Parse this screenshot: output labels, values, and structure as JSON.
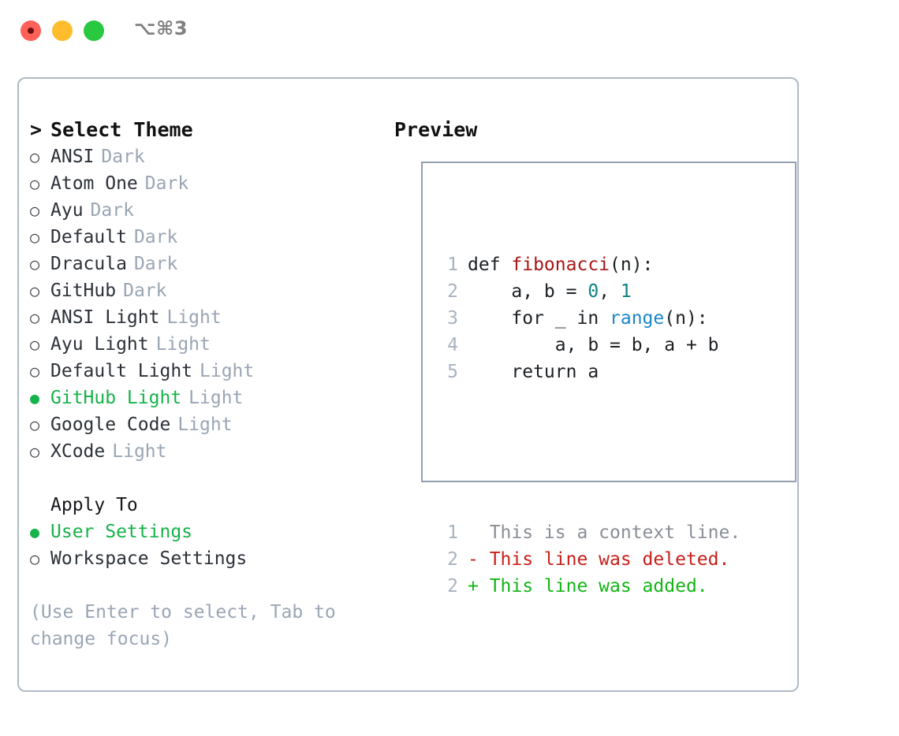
{
  "titlebar": {
    "shortcut": "⌥⌘3",
    "lights": [
      {
        "name": "close",
        "color": "#ff6057"
      },
      {
        "name": "minimize",
        "color": "#ffbd2e"
      },
      {
        "name": "zoom",
        "color": "#28c840"
      }
    ]
  },
  "theme_picker": {
    "heading_marker": ">",
    "heading": "Select Theme",
    "unselected_marker": "○",
    "selected_marker": "●",
    "items": [
      {
        "label": "ANSI",
        "tag": "Dark",
        "selected": false
      },
      {
        "label": "Atom One",
        "tag": "Dark",
        "selected": false
      },
      {
        "label": "Ayu",
        "tag": "Dark",
        "selected": false
      },
      {
        "label": "Default",
        "tag": "Dark",
        "selected": false
      },
      {
        "label": "Dracula",
        "tag": "Dark",
        "selected": false
      },
      {
        "label": "GitHub",
        "tag": "Dark",
        "selected": false
      },
      {
        "label": "ANSI Light",
        "tag": "Light",
        "selected": false
      },
      {
        "label": "Ayu Light",
        "tag": "Light",
        "selected": false
      },
      {
        "label": "Default Light",
        "tag": "Light",
        "selected": false
      },
      {
        "label": "GitHub Light",
        "tag": "Light",
        "selected": true
      },
      {
        "label": "Google Code",
        "tag": "Light",
        "selected": false
      },
      {
        "label": "XCode",
        "tag": "Light",
        "selected": false
      }
    ]
  },
  "apply_to": {
    "heading": "Apply To",
    "items": [
      {
        "label": "User Settings",
        "selected": true
      },
      {
        "label": "Workspace Settings",
        "selected": false
      }
    ]
  },
  "hint": "(Use Enter to select, Tab to change focus)",
  "preview": {
    "heading": "Preview",
    "code_lines": [
      {
        "num": "1",
        "parts": [
          {
            "t": "def ",
            "k": "plain"
          },
          {
            "t": "fibonacci",
            "k": "fn"
          },
          {
            "t": "(n):",
            "k": "plain"
          }
        ]
      },
      {
        "num": "2",
        "parts": [
          {
            "t": "    a, b = ",
            "k": "plain"
          },
          {
            "t": "0",
            "k": "num"
          },
          {
            "t": ", ",
            "k": "plain"
          },
          {
            "t": "1",
            "k": "num"
          }
        ]
      },
      {
        "num": "3",
        "parts": [
          {
            "t": "    for _ in ",
            "k": "plain"
          },
          {
            "t": "range",
            "k": "bi"
          },
          {
            "t": "(n):",
            "k": "plain"
          }
        ]
      },
      {
        "num": "4",
        "parts": [
          {
            "t": "        a, b = b, a + b",
            "k": "plain"
          }
        ]
      },
      {
        "num": "5",
        "parts": [
          {
            "t": "    return a",
            "k": "plain"
          }
        ]
      }
    ],
    "diff_lines": [
      {
        "num": "1",
        "sign": " ",
        "text": "This is a context line.",
        "kind": "context"
      },
      {
        "num": "2",
        "sign": "-",
        "text": "This line was deleted.",
        "kind": "deleted"
      },
      {
        "num": "2",
        "sign": "+",
        "text": "This line was added.",
        "kind": "added"
      }
    ]
  },
  "colors": {
    "accent_green": "#16b24a",
    "muted": "#9aa5b4",
    "diff_add": "#14b416",
    "diff_del": "#c7201a",
    "syntax_function": "#a61717",
    "syntax_number": "#0b8182",
    "syntax_builtin": "#1a87c9"
  }
}
